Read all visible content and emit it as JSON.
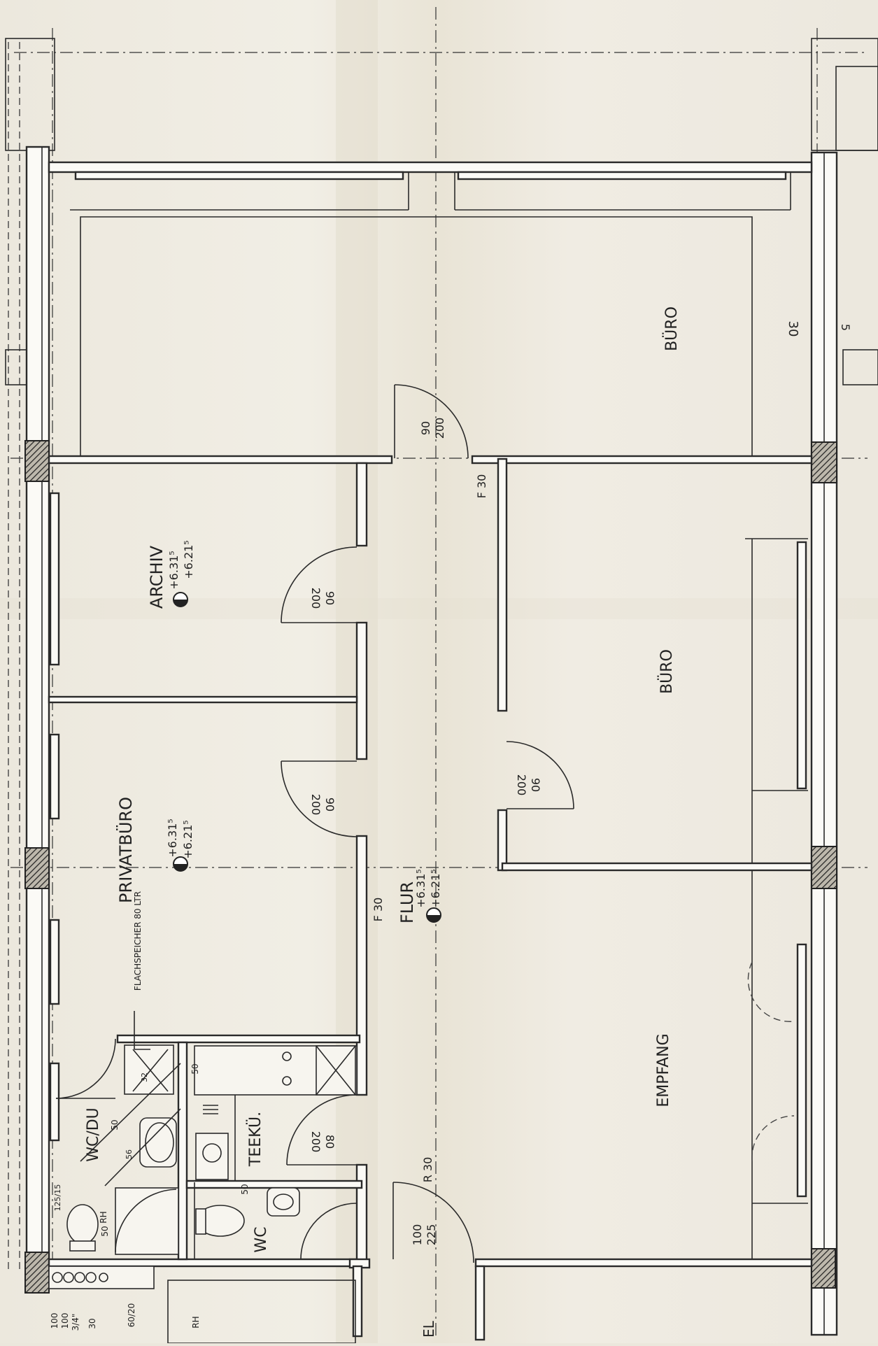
{
  "rooms": {
    "buero_top": "BÜRO",
    "buero_mid": "BÜRO",
    "archiv": "ARCHIV",
    "privatbuero": "PRIVATBÜRO",
    "flur": "FLUR",
    "empfang": "EMPFANG",
    "teekueche": "TEEKÜ.",
    "wc_du": "WC/DU",
    "wc": "WC"
  },
  "levels": {
    "archiv": [
      "+6.31⁵",
      "+6.21⁵"
    ],
    "privatbuero": [
      "+6.31⁵",
      "+6.21⁵"
    ],
    "flur": [
      "+6.31⁵",
      "+6.21⁵"
    ]
  },
  "doors": {
    "buero_top": [
      "90",
      "200"
    ],
    "archiv": [
      "90",
      "200"
    ],
    "privatbuero": [
      "90",
      "200"
    ],
    "buero_mid": [
      "90",
      "200"
    ],
    "teekueche": [
      "80",
      "200"
    ],
    "entry": [
      "100",
      "225"
    ]
  },
  "notes": {
    "fire_rating_1": "F 30",
    "fire_rating_2": "F 30",
    "fire_rating_3": "R 30",
    "flachspeicher": "FLACHSPEICHER 80 LTR",
    "dim_30": "30",
    "dim_5": "5",
    "dim_50a": "50",
    "dim_50b": "50",
    "dim_50c": "50",
    "dim_50d": "50",
    "dim_56": "56",
    "dim_32": "32",
    "dim_125_15": "125/15",
    "rh_1": "RH",
    "rh_2": "RH",
    "pipe_100a": "100",
    "pipe_100b": "100",
    "pipe_34": "3/4\"",
    "pipe_30": "30",
    "pipe_6020": "60/20",
    "el": "EL"
  }
}
